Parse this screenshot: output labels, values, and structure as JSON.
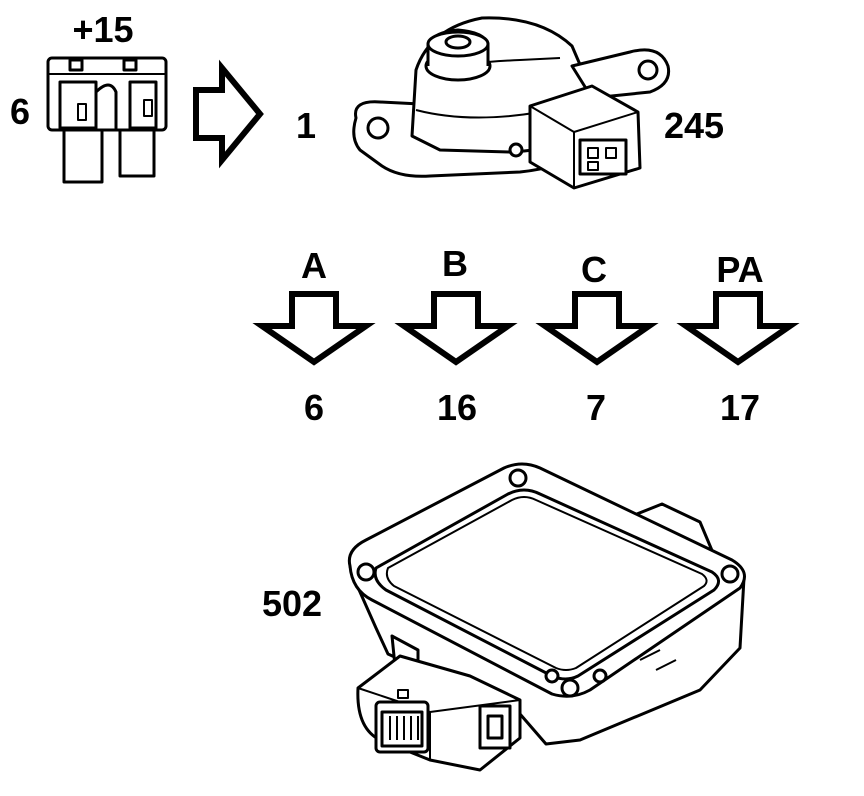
{
  "fuse": {
    "supply_label": "+15",
    "number_label": "6"
  },
  "switch": {
    "pin_label": "1",
    "component_number": "245"
  },
  "outputs": [
    {
      "signal": "A",
      "pin": "6"
    },
    {
      "signal": "B",
      "pin": "16"
    },
    {
      "signal": "C",
      "pin": "7"
    },
    {
      "signal": "PA",
      "pin": "17"
    }
  ],
  "control_module": {
    "component_number": "502"
  },
  "colors": {
    "line": "#000000",
    "background": "#ffffff"
  }
}
